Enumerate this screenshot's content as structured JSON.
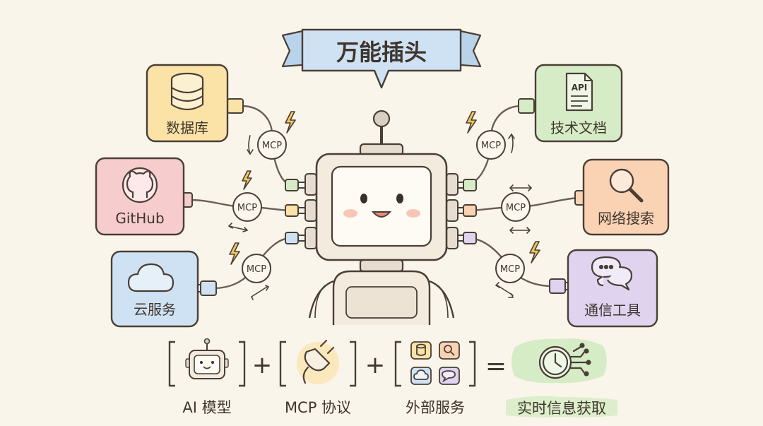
{
  "title": "万能插头",
  "hub_connector_label": "MCP",
  "services": [
    {
      "id": "database",
      "label": "数据库",
      "icon": "database-icon",
      "color": "#fbe3a8"
    },
    {
      "id": "github",
      "label": "GitHub",
      "icon": "github-icon",
      "color": "#f6cccd"
    },
    {
      "id": "cloud",
      "label": "云服务",
      "icon": "cloud-icon",
      "color": "#cfe2f3"
    },
    {
      "id": "techdocs",
      "label": "技术文档",
      "icon": "document-icon",
      "icon_text": "API",
      "color": "#d6ecc6"
    },
    {
      "id": "websearch",
      "label": "网络搜索",
      "icon": "magnifier-icon",
      "color": "#fad3b4"
    },
    {
      "id": "comm",
      "label": "通信工具",
      "icon": "chat-bubbles-icon",
      "color": "#dfd3ef"
    }
  ],
  "equation": {
    "terms": [
      {
        "label": "AI 模型",
        "icon": "robot-icon"
      },
      {
        "label": "MCP 协议",
        "icon": "plug-icon"
      },
      {
        "label": "外部服务",
        "icon": "service-grid-icon"
      }
    ],
    "plus": "+",
    "equals": "=",
    "result": {
      "label": "实时信息获取",
      "icon": "clock-network-icon",
      "color": "#d6ecc6"
    }
  },
  "colors": {
    "background": "#faf5ea",
    "ink": "#4a3f37",
    "title_banner": "#cfe2f3",
    "robot_body": "#f5efe3",
    "robot_screen": "#fefbf4",
    "blush": "#f6b9a9"
  }
}
